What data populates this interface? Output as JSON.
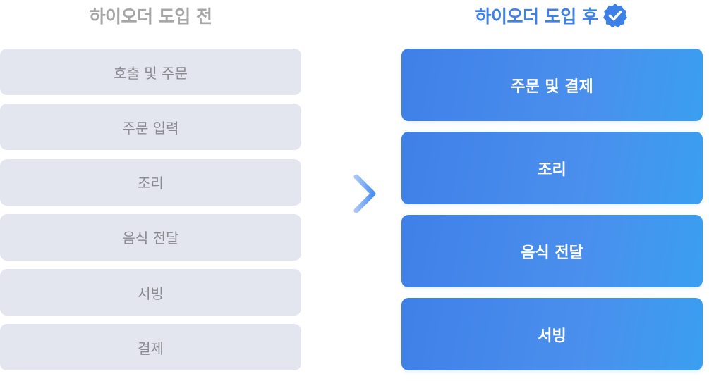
{
  "before": {
    "title": "하이오더 도입 전",
    "steps": [
      "호출 및 주문",
      "주문 입력",
      "조리",
      "음식 전달",
      "서빙",
      "결제"
    ]
  },
  "after": {
    "title": "하이오더 도입 후",
    "badge_icon": "verified-check-icon",
    "steps": [
      "주문 및 결제",
      "조리",
      "음식 전달",
      "서빙"
    ]
  },
  "arrow_icon": "arrow-right-icon",
  "colors": {
    "before_box": "#e3e6ef",
    "before_text": "#8a8a8f",
    "after_box": "#3f80e8",
    "accent": "#3d80e8"
  }
}
